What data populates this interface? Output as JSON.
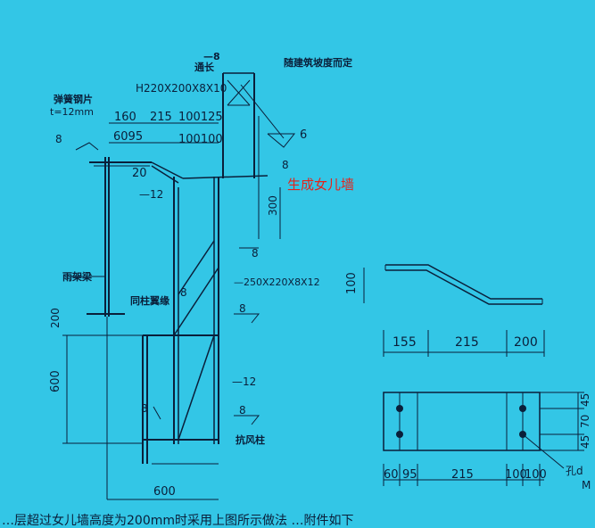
{
  "colors": {
    "background": "#33c6e6",
    "line": "#0a1f3a",
    "annotation_red": "#e5231b"
  },
  "top_notes": {
    "plate_thk": "—8",
    "through_len": "通长",
    "slope_note": "随建筑坡度而定",
    "h_section": "H220X200X8X10",
    "spring_plate_1": "弹簧钢片",
    "spring_plate_2": "t=12mm"
  },
  "dims_top": [
    "160",
    "215",
    "100125",
    "6095",
    "100100",
    "20"
  ],
  "weld_labels": {
    "w6": "6",
    "e8a": "8",
    "e8b": "8",
    "e8c": "8",
    "e8d": "8",
    "e8e": "8",
    "e8f": "8",
    "e8g": "8"
  },
  "plates": {
    "p12a": "—12",
    "p12b": "—12",
    "plate_250": "—250X220X8X12",
    "d300": "300"
  },
  "labels": {
    "parapet": "生成女儿墙",
    "purlin": "雨架梁",
    "connect": "同柱翼缘",
    "wind_col": "抗风柱"
  },
  "left_dims": [
    "200",
    "600"
  ],
  "bottom_dim": "600",
  "right_detail": {
    "d100": "100",
    "d155": "155",
    "d215": "215",
    "d200": "200"
  },
  "plan_detail": {
    "bottom": [
      "60",
      "95",
      "215",
      "100",
      "100"
    ],
    "right": [
      "45",
      "70",
      "45"
    ],
    "hole_note": "孔d",
    "hole_note2": "M"
  },
  "footer_text": "…层超过女儿墙高度为200mm时采用上图所示做法 …附件如下"
}
